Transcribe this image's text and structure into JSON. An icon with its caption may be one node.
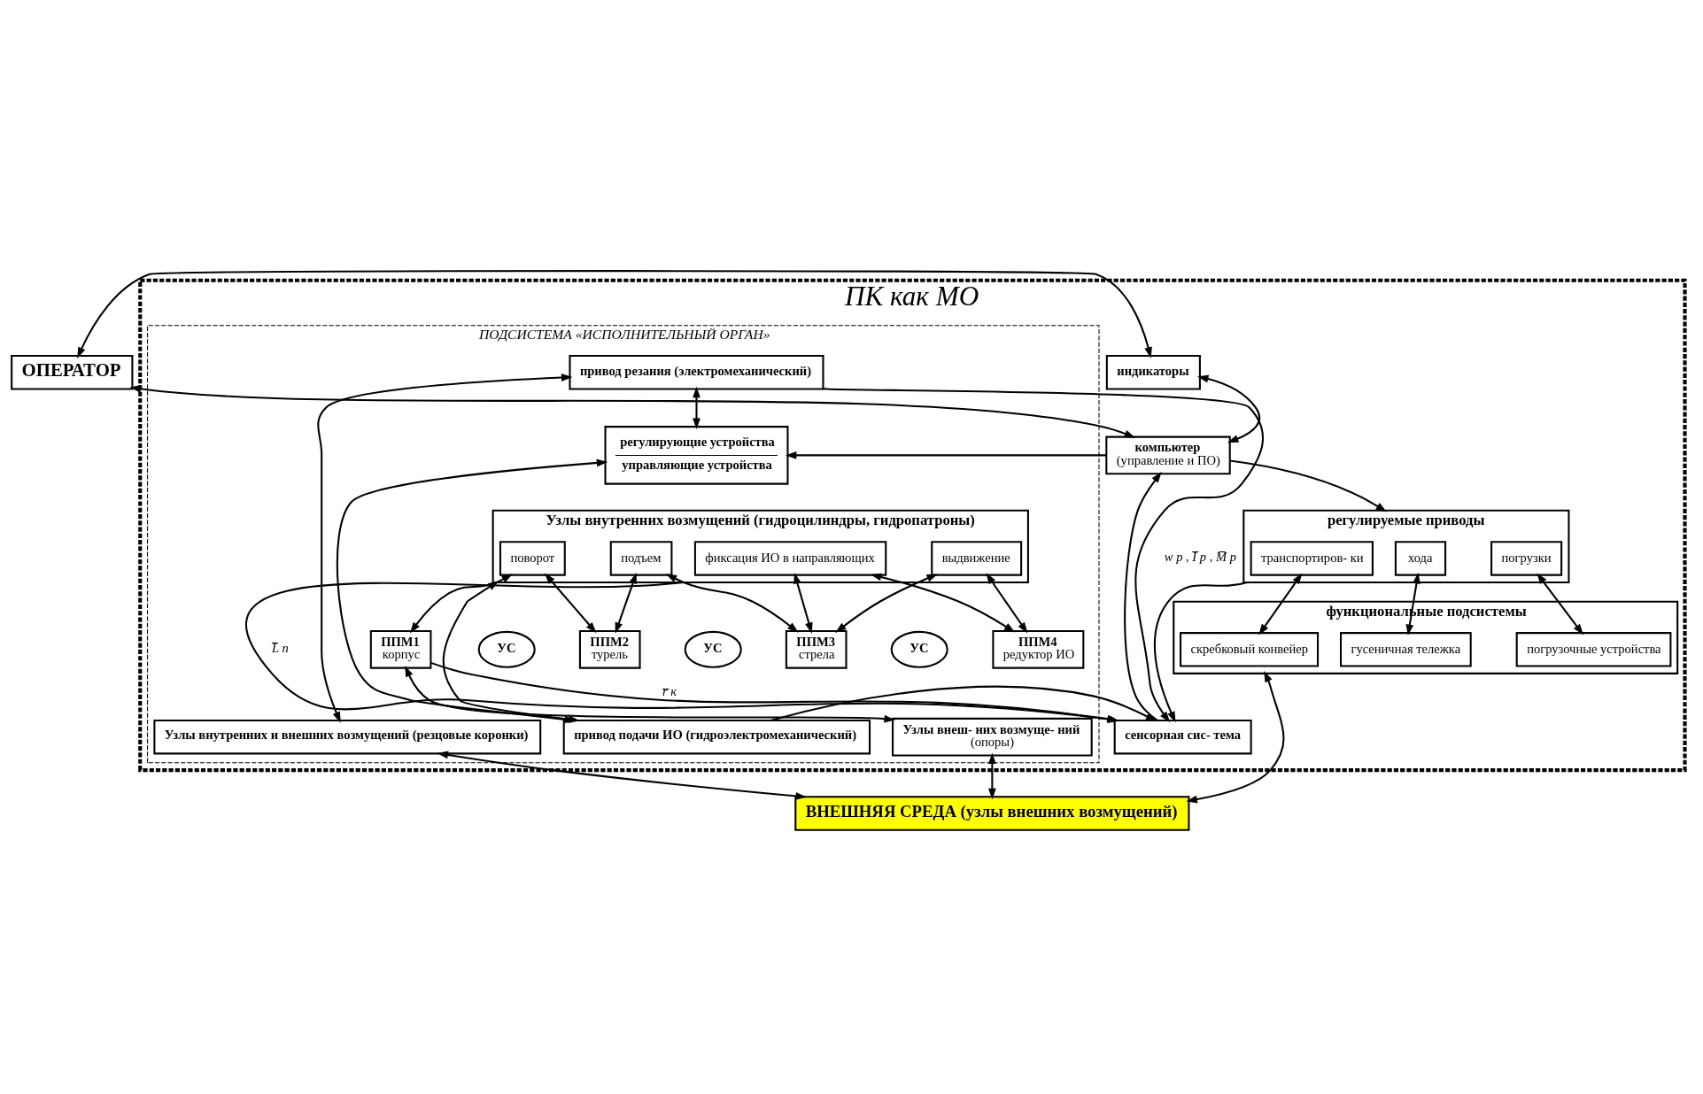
{
  "diagram": {
    "nodes": [
      {
        "text": [
          "ОПЕРАТОР"
        ]
      },
      {
        "text": [
          "ПК как МО"
        ]
      },
      {
        "text": [
          "индикаторы"
        ],
        "in": 1
      },
      {
        "text": [
          "компьютер",
          "(управление и ПО)"
        ],
        "in": 1
      },
      {
        "text": [
          "сенсорная сис- тема"
        ],
        "in": 1
      },
      {
        "text": [
          "регулируемые приводы"
        ],
        "in": 1
      },
      {
        "text": [
          "хода"
        ],
        "in": 5
      },
      {
        "text": [
          "погрузки"
        ],
        "in": 5
      },
      {
        "text": [
          "транспортиров- ки"
        ],
        "in": 5
      },
      {
        "text": [
          "функциональные подсистемы"
        ],
        "in": 1
      },
      {
        "text": [
          "гусеничная тележка"
        ],
        "in": 9
      },
      {
        "text": [
          "погрузочные устройства"
        ],
        "in": 9
      },
      {
        "text": [
          "скребковый конвейер"
        ],
        "in": 9
      },
      {
        "text": [
          "ПОДСИСТЕМА «ИСПОЛНИТЕЛЬНЫЙ ОРГАН»"
        ],
        "in": 1
      },
      {
        "text": [
          "привод резания (электромеханический)"
        ],
        "in": 13
      },
      {
        "text": [
          "регулирующие устройства",
          "управляющие устройства"
        ],
        "in": 13
      },
      {
        "text": [
          "привод подачи ИО (гидроэлектромеханический)"
        ],
        "in": 13
      },
      {
        "text": [
          "Узлы внутренних возмущений (гидроцилиндры, гидропатроны)"
        ],
        "in": 13
      },
      {
        "text": [
          "поворот"
        ],
        "in": 17
      },
      {
        "text": [
          "подъем"
        ],
        "in": 17
      },
      {
        "text": [
          "выдвижение"
        ],
        "in": 17
      },
      {
        "text": [
          "фиксация ИО в направляющих"
        ],
        "in": 17
      },
      {
        "text": [
          "ППМ1",
          "корпус"
        ],
        "in": 13
      },
      {
        "text": [
          "УС"
        ],
        "in": 13
      },
      {
        "text": [
          "ППМ2",
          "турель"
        ],
        "in": 13
      },
      {
        "text": [
          "УС"
        ],
        "in": 13
      },
      {
        "text": [
          "ППМ3",
          "стрела"
        ],
        "in": 13
      },
      {
        "text": [
          "УС"
        ],
        "in": 13
      },
      {
        "text": [
          "ППМ4",
          "редуктор ИО"
        ],
        "in": 13
      },
      {
        "text": [
          "Узлы внеш- них возмуще- ний",
          "(опоры)"
        ],
        "in": 13
      },
      {
        "text": [
          "Узлы внутренних и внешних возмущений (резцовые коронки)"
        ],
        "in": 13
      },
      {
        "text": [
          "ВНЕШНЯЯ СРЕДА (узлы внешних возмущений)"
        ]
      }
    ],
    "edges": [
      {
        "from": 0,
        "to": 2,
        "arrow": "both"
      },
      {
        "from": 0,
        "to": 3,
        "arrow": "both"
      },
      {
        "from": 3,
        "to": 2,
        "arrow": "both"
      },
      {
        "from": 3,
        "to": 15,
        "arrow": "to"
      },
      {
        "from": 4,
        "to": 3,
        "arrow": "to"
      },
      {
        "from": 3,
        "to": 5,
        "arrow": "to"
      },
      {
        "from": 5,
        "to": 4,
        "arrow": "to"
      },
      {
        "from": 14,
        "to": 4,
        "arrow": "to",
        "label": "w p , I̅ p , M̅ p"
      },
      {
        "from": 16,
        "to": 4,
        "arrow": "to"
      },
      {
        "from": 17,
        "to": 4,
        "arrow": "to",
        "label": "L̅ n"
      },
      {
        "from": 22,
        "to": 4,
        "arrow": "to",
        "label": "r̅ к"
      },
      {
        "from": 15,
        "to": 14,
        "arrow": "both"
      },
      {
        "from": 15,
        "to": 16,
        "arrow": "both"
      },
      {
        "from": 16,
        "to": 17,
        "arrow": "both"
      },
      {
        "from": 6,
        "to": 10,
        "arrow": "both"
      },
      {
        "from": 7,
        "to": 11,
        "arrow": "both"
      },
      {
        "from": 8,
        "to": 12,
        "arrow": "both"
      },
      {
        "from": 9,
        "to": 31,
        "arrow": "both"
      },
      {
        "from": 18,
        "to": 22,
        "arrow": "both"
      },
      {
        "from": 18,
        "to": 24,
        "arrow": "both"
      },
      {
        "from": 19,
        "to": 24,
        "arrow": "both"
      },
      {
        "from": 19,
        "to": 26,
        "arrow": "both"
      },
      {
        "from": 20,
        "to": 26,
        "arrow": "both"
      },
      {
        "from": 20,
        "to": 28,
        "arrow": "both"
      },
      {
        "from": 21,
        "to": 26,
        "arrow": "both"
      },
      {
        "from": 21,
        "to": 28,
        "arrow": "both"
      },
      {
        "from": 22,
        "to": 29,
        "arrow": "both"
      },
      {
        "from": 29,
        "to": 31,
        "arrow": "both"
      },
      {
        "from": 30,
        "to": 31,
        "arrow": "both"
      },
      {
        "from": 30,
        "to": 14,
        "arrow": "both"
      }
    ]
  }
}
